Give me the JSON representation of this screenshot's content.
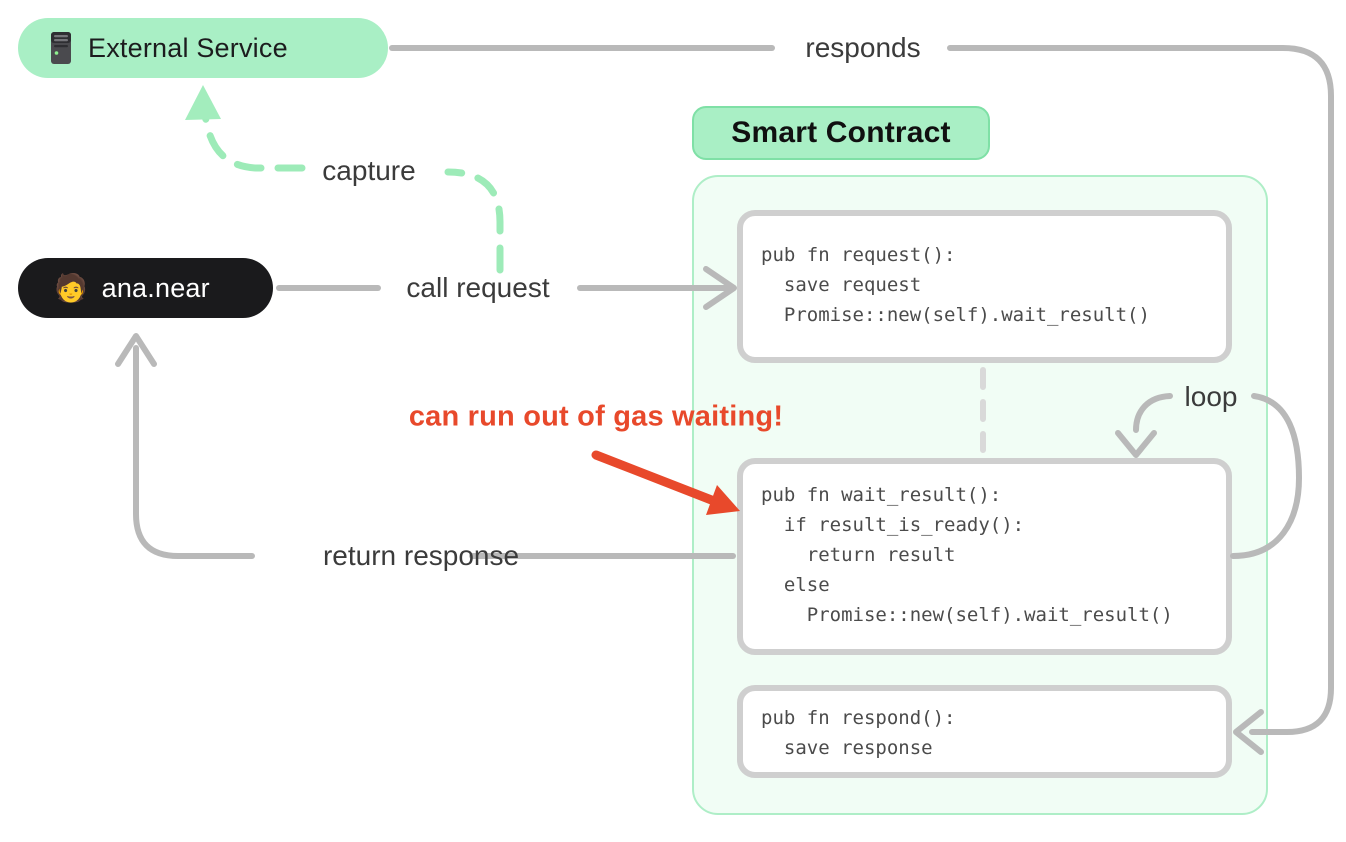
{
  "diagram_title": "Smart Contract",
  "nodes": {
    "external_service": {
      "label": "External Service",
      "icon": "server-icon"
    },
    "user": {
      "label": "ana.near",
      "icon": "🧑"
    },
    "smart_contract": {
      "title": "Smart Contract"
    }
  },
  "code_blocks": [
    {
      "id": "request",
      "code": "pub fn request():\n  save request\n  Promise::new(self).wait_result()"
    },
    {
      "id": "wait_result",
      "code": "pub fn wait_result():\n  if result_is_ready():\n    return result\n  else\n    Promise::new(self).wait_result()"
    },
    {
      "id": "respond",
      "code": "pub fn respond():\n  save response"
    }
  ],
  "edges": {
    "responds": "responds",
    "capture": "capture",
    "call_request": "call request",
    "return_response": "return response",
    "loop": "loop"
  },
  "annotations": {
    "warning": "can run out of gas waiting!"
  },
  "colors": {
    "accent_green": "#a9efc5",
    "green_border": "#7fe0a6",
    "container_bg": "#f1fdf5",
    "container_border": "#aeeec7",
    "gray_line": "#b9b9b9",
    "box_border": "#cfcfcf",
    "dashed_gray": "#d9d9d9",
    "dashed_green": "#9debb8",
    "warning_red": "#e8492b",
    "dark_pill": "#1a1a1c"
  }
}
